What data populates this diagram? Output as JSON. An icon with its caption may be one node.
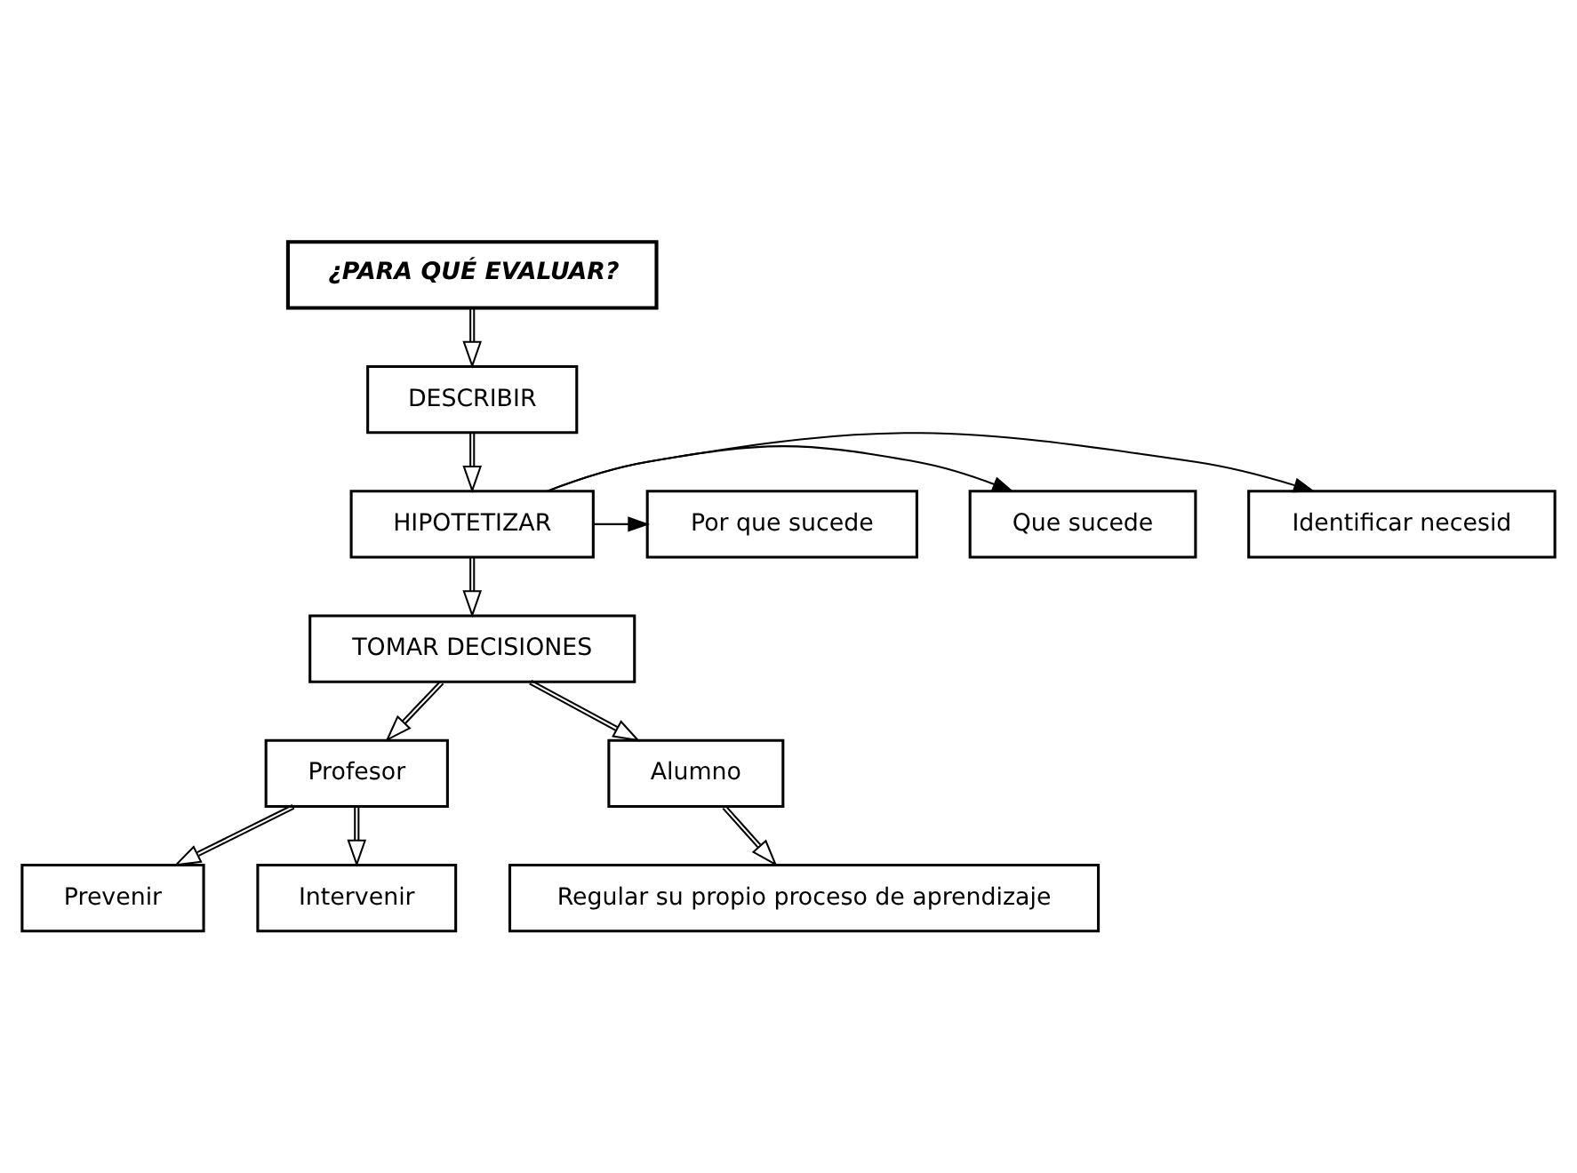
{
  "diagram": {
    "nodes": [
      {
        "text": [
          "¿PARA QUÉ EVALUAR?"
        ]
      },
      {
        "text": [
          "DESCRIBIR"
        ]
      },
      {
        "text": [
          "HIPOTETIZAR"
        ]
      },
      {
        "text": [
          "Identificar necesid"
        ]
      },
      {
        "text": [
          "Que sucede"
        ]
      },
      {
        "text": [
          "Por que sucede"
        ]
      },
      {
        "text": [
          "TOMAR DECISIONES"
        ]
      },
      {
        "text": [
          "Profesor"
        ]
      },
      {
        "text": [
          "Alumno"
        ]
      },
      {
        "text": [
          "Prevenir"
        ]
      },
      {
        "text": [
          "Intervenir"
        ]
      },
      {
        "text": [
          "Regular su propio proceso de aprendizaje"
        ]
      }
    ],
    "edges": [
      {
        "from": 0,
        "to": 1,
        "arrow": "to"
      },
      {
        "from": 1,
        "to": 2,
        "arrow": "to"
      },
      {
        "from": 2,
        "to": 3,
        "arrow": "to"
      },
      {
        "from": 2,
        "to": 4,
        "arrow": "to"
      },
      {
        "from": 2,
        "to": 5,
        "arrow": "to"
      },
      {
        "from": 2,
        "to": 6,
        "arrow": "to"
      },
      {
        "from": 6,
        "to": 7,
        "arrow": "to"
      },
      {
        "from": 6,
        "to": 8,
        "arrow": "to"
      },
      {
        "from": 7,
        "to": 9,
        "arrow": "to"
      },
      {
        "from": 7,
        "to": 10,
        "arrow": "to"
      },
      {
        "from": 8,
        "to": 11,
        "arrow": "to"
      }
    ]
  }
}
